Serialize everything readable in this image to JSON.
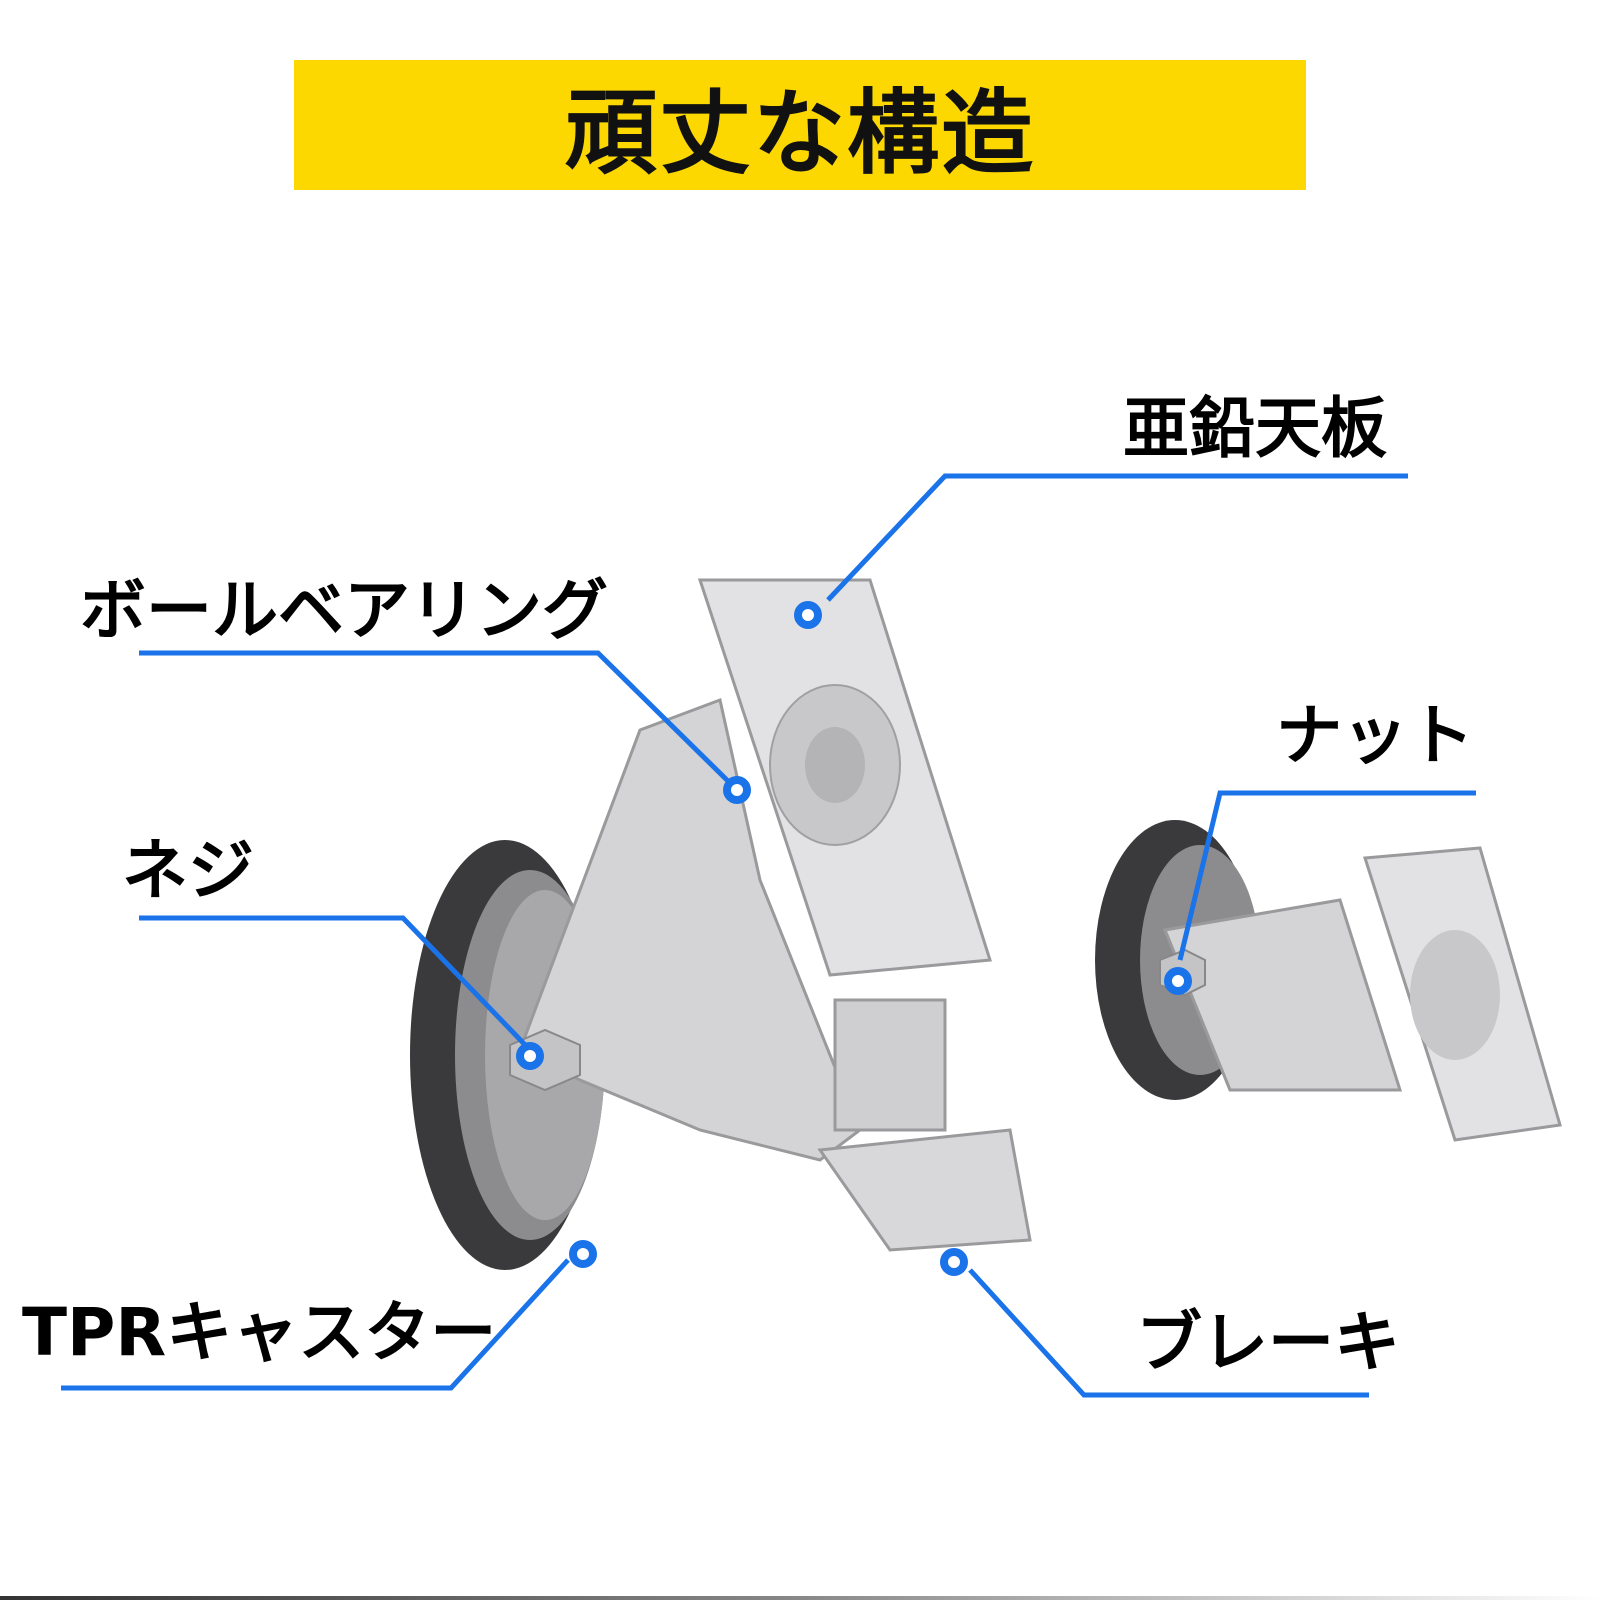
{
  "header": {
    "title": "頑丈な構造"
  },
  "accent_color": "#1a73e8",
  "banner_color": "#fcd800",
  "callouts": [
    {
      "id": "zinc-plate",
      "label": "亜鉛天板"
    },
    {
      "id": "ball-bearing",
      "label": "ボールベアリング"
    },
    {
      "id": "nut",
      "label": "ナット"
    },
    {
      "id": "screw",
      "label": "ネジ"
    },
    {
      "id": "tpr-caster",
      "label": "TPRキャスター"
    },
    {
      "id": "brake",
      "label": "ブレーキ"
    }
  ],
  "images": [
    {
      "id": "caster-with-brake",
      "alt": "swivel caster with brake"
    },
    {
      "id": "caster-fixed",
      "alt": "swivel caster without brake"
    }
  ]
}
